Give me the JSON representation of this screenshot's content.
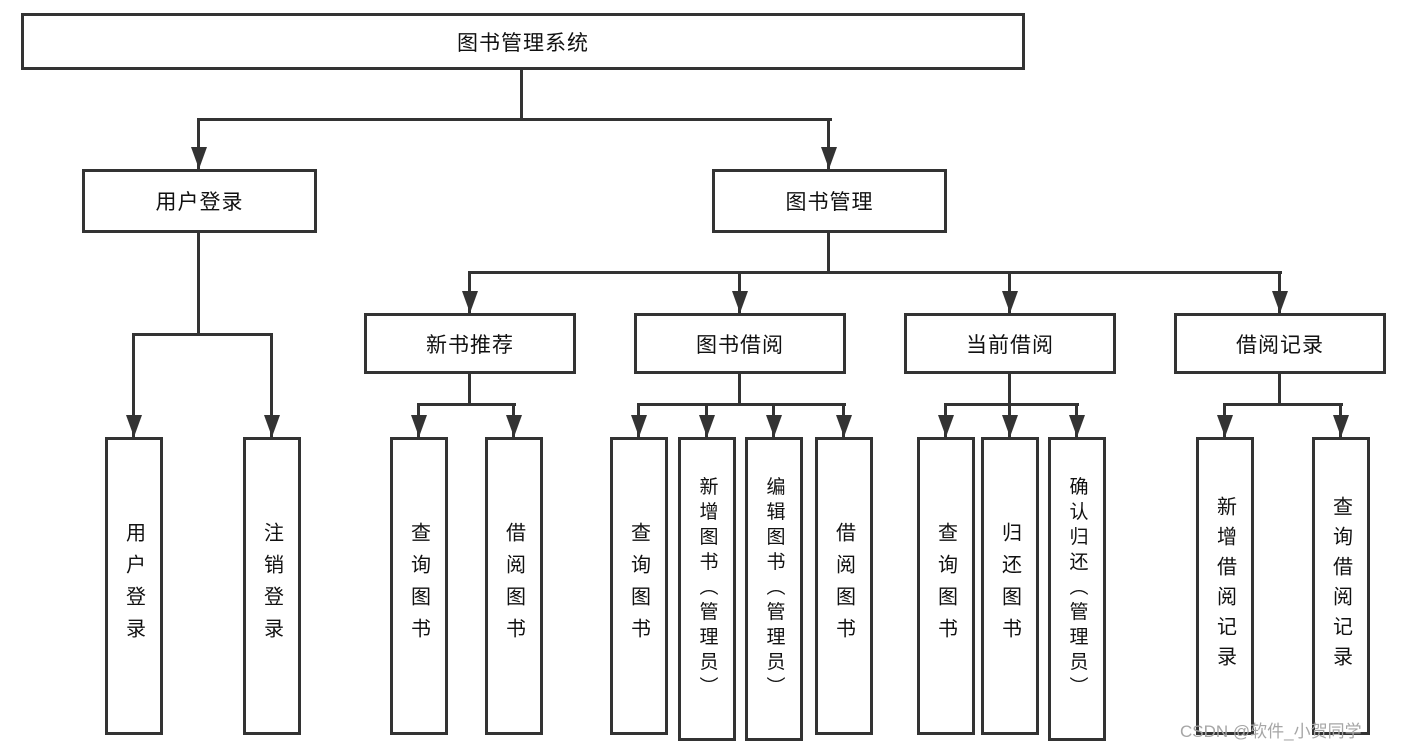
{
  "colors": {
    "line": "#333333",
    "text": "#111111",
    "watermark": "#a6a6a6",
    "background": "#ffffff"
  },
  "nodes": {
    "root": "图书管理系统",
    "user_login": "用户登录",
    "book_management": "图书管理",
    "new_book_recommend": "新书推荐",
    "book_borrow": "图书借阅",
    "current_borrow": "当前借阅",
    "borrow_records": "借阅记录"
  },
  "leaves": {
    "user_login": "用户登录",
    "logout": "注销登录",
    "recommend_query_book": "查询图书",
    "recommend_borrow_book": "借阅图书",
    "borrow_query_book": "查询图书",
    "borrow_add_book_admin": "新增图书（管理员）",
    "borrow_edit_book_admin": "编辑图书（管理员）",
    "borrow_borrow_book": "借阅图书",
    "current_query_book": "查询图书",
    "current_return_book": "归还图书",
    "current_confirm_return_admin": "确认归还（管理员）",
    "records_add_record": "新增借阅记录",
    "records_query_record": "查询借阅记录"
  },
  "watermark": {
    "text": "CSDN @软件_小贺同学"
  }
}
